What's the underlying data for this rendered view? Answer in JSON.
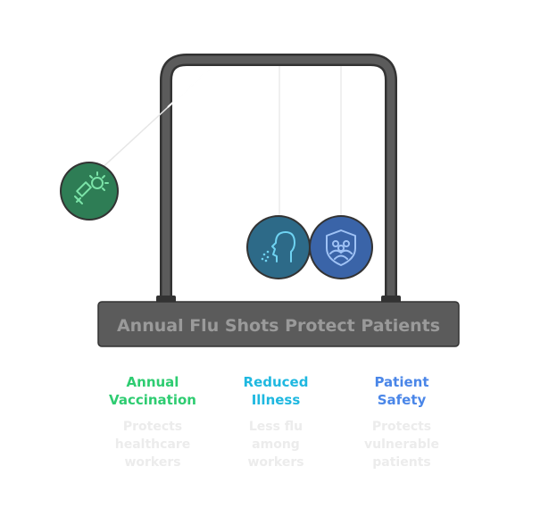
{
  "title": "Annual Flu Shots Protect Patients",
  "items": [
    {
      "title": "Annual\nVaccination",
      "description": "Protects\nhealthcare\nworkers",
      "color": "#2ecc71",
      "ball_color": "#2e7d55",
      "icon": "syringe-virus-icon"
    },
    {
      "title": "Reduced\nIllness",
      "description": "Less flu\namong\nworkers",
      "color": "#1fb8e0",
      "ball_color": "#2d6a88",
      "icon": "sneezing-head-icon"
    },
    {
      "title": "Patient\nSafety",
      "description": "Protects\nvulnerable\npatients",
      "color": "#4a86e8",
      "ball_color": "#3a64a8",
      "icon": "shield-people-icon"
    }
  ]
}
